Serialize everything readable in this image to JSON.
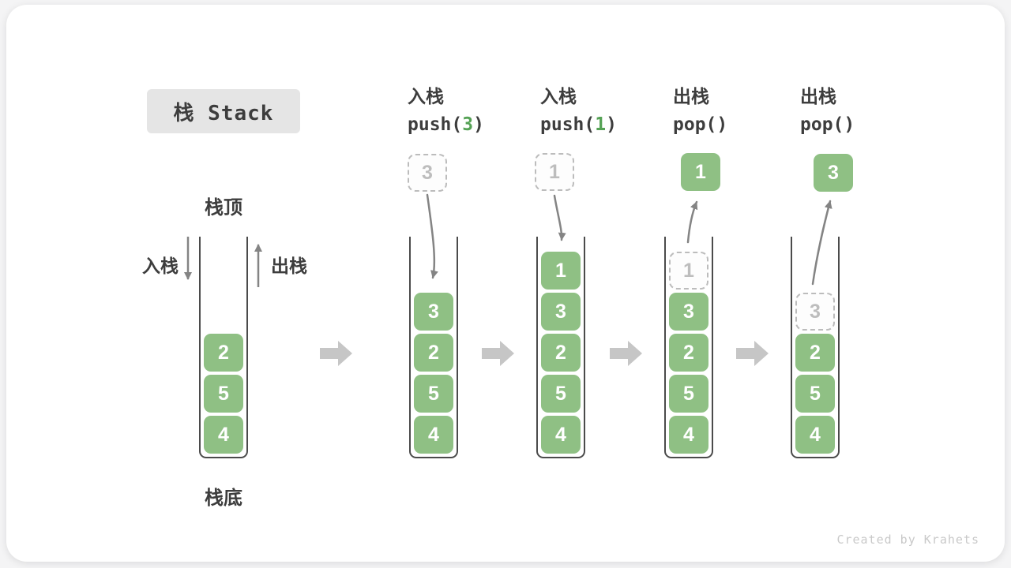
{
  "title": "栈 Stack",
  "watermark": "Created by Krahets",
  "annotations": {
    "stack_top": "栈顶",
    "stack_bottom": "栈底",
    "push_label": "入栈",
    "pop_label": "出栈"
  },
  "operations": [
    {
      "name": "入栈",
      "code_pre": "push(",
      "code_arg": "3",
      "code_post": ")"
    },
    {
      "name": "入栈",
      "code_pre": "push(",
      "code_arg": "1",
      "code_post": ")"
    },
    {
      "name": "出栈",
      "code_pre": "pop()",
      "code_arg": "",
      "code_post": ""
    },
    {
      "name": "出栈",
      "code_pre": "pop()",
      "code_arg": "",
      "code_post": ""
    }
  ],
  "floating_values": {
    "push_3": "3",
    "push_1": "1",
    "pop_1": "1",
    "pop_3": "3"
  },
  "stacks": [
    {
      "blocks": [
        "2",
        "5",
        "4"
      ]
    },
    {
      "blocks": [
        "3",
        "2",
        "5",
        "4"
      ]
    },
    {
      "blocks": [
        "1",
        "3",
        "2",
        "5",
        "4"
      ]
    },
    {
      "ghost": "1",
      "blocks": [
        "3",
        "2",
        "5",
        "4"
      ]
    },
    {
      "ghost": "3",
      "blocks": [
        "2",
        "5",
        "4"
      ]
    }
  ],
  "colors": {
    "block_green": "#8FC084",
    "code_arg_green": "#55A255",
    "line_arrow_gray": "#848484",
    "block_arrow_gray": "#C6C6C6",
    "title_box_bg": "#E5E5E5",
    "text_dark": "#3D3D3D",
    "ghost_gray": "#BDBDBD"
  }
}
